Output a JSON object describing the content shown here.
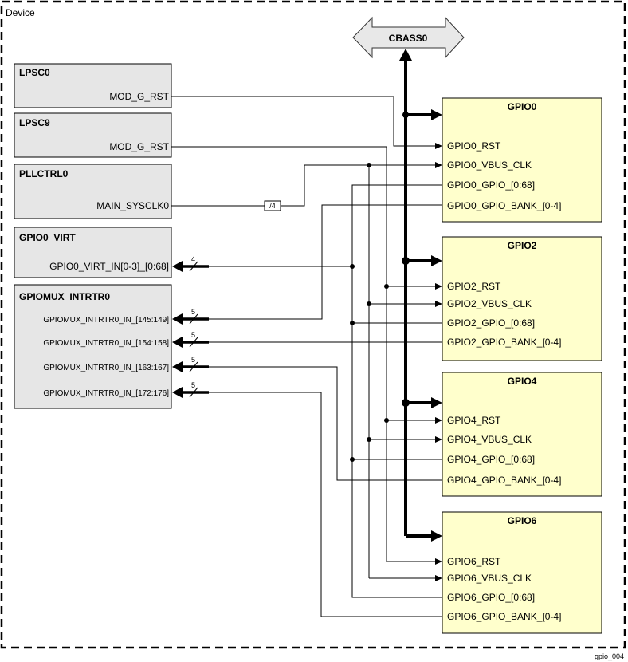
{
  "device_label": "Device",
  "bus": {
    "label": "CBASS0"
  },
  "figure_id": "gpio_004",
  "left_modules": [
    {
      "title": "LPSC0",
      "signals": [
        "MOD_G_RST"
      ]
    },
    {
      "title": "LPSC9",
      "signals": [
        "MOD_G_RST"
      ]
    },
    {
      "title": "PLLCTRL0",
      "signals": [
        "MAIN_SYSCLK0"
      ]
    },
    {
      "title": "GPIO0_VIRT",
      "signals": [
        "GPIO0_VIRT_IN[0-3]_[0:68]"
      ]
    },
    {
      "title": "GPIOMUX_INTRTR0",
      "signals": [
        "GPIOMUX_INTRTR0_IN_[145:149]",
        "GPIOMUX_INTRTR0_IN_[154:158]",
        "GPIOMUX_INTRTR0_IN_[163:167]",
        "GPIOMUX_INTRTR0_IN_[172:176]"
      ]
    }
  ],
  "gpio_modules": [
    {
      "title": "GPIO0",
      "signals": [
        "GPIO0_RST",
        "GPIO0_VBUS_CLK",
        "GPIO0_GPIO_[0:68]",
        "GPIO0_GPIO_BANK_[0-4]"
      ]
    },
    {
      "title": "GPIO2",
      "signals": [
        "GPIO2_RST",
        "GPIO2_VBUS_CLK",
        "GPIO2_GPIO_[0:68]",
        "GPIO2_GPIO_BANK_[0-4]"
      ]
    },
    {
      "title": "GPIO4",
      "signals": [
        "GPIO4_RST",
        "GPIO4_VBUS_CLK",
        "GPIO4_GPIO_[0:68]",
        "GPIO4_GPIO_BANK_[0-4]"
      ]
    },
    {
      "title": "GPIO6",
      "signals": [
        "GPIO6_RST",
        "GPIO6_VBUS_CLK",
        "GPIO6_GPIO_[0:68]",
        "GPIO6_GPIO_BANK_[0-4]"
      ]
    }
  ],
  "bus_widths": {
    "virt": "4",
    "mux": [
      "5",
      "5",
      "5",
      "5"
    ]
  },
  "divider_label": "/4"
}
